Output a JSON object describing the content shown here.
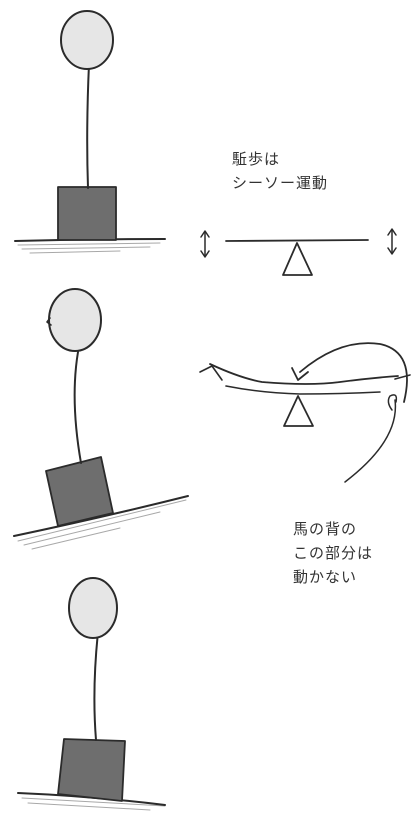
{
  "colors": {
    "ink": "#2b2b2b",
    "head_fill": "#e6e6e6",
    "block_fill": "#6e6e6e",
    "ground_shadow": "#a8a8a8"
  },
  "labels": {
    "walk_line1": "駈歩は",
    "walk_line2": "シーソー運動",
    "back_line1": "馬の背の",
    "back_line2": "この部分は",
    "back_line3": "動かない"
  },
  "icons": {
    "arrow_left": "up-down-arrow",
    "arrow_right": "up-down-arrow"
  }
}
